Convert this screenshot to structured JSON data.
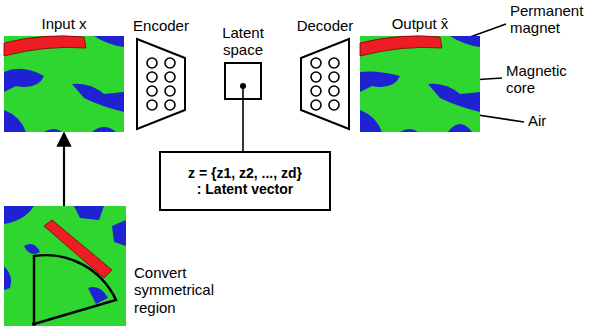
{
  "diagram": {
    "nodes": [
      {
        "text": [
          "Input x"
        ]
      },
      {
        "text": [
          "Encoder"
        ]
      },
      {
        "text": [
          "Latent space"
        ]
      },
      {
        "text": [
          "Decoder"
        ]
      },
      {
        "text": [
          "Output x̂"
        ]
      },
      {
        "text": [
          "z = {z1, z2, ..., zd}",
          ": Latent vector"
        ]
      },
      {
        "text": [
          "Convert symmetrical region"
        ]
      }
    ],
    "edges": [
      {
        "from": 6,
        "to": 0,
        "arrow": "to"
      },
      {
        "from": 2,
        "to": 5,
        "arrow": "none"
      }
    ],
    "labels": [
      "Permanent magnet",
      "Magnetic core",
      "Air"
    ]
  }
}
